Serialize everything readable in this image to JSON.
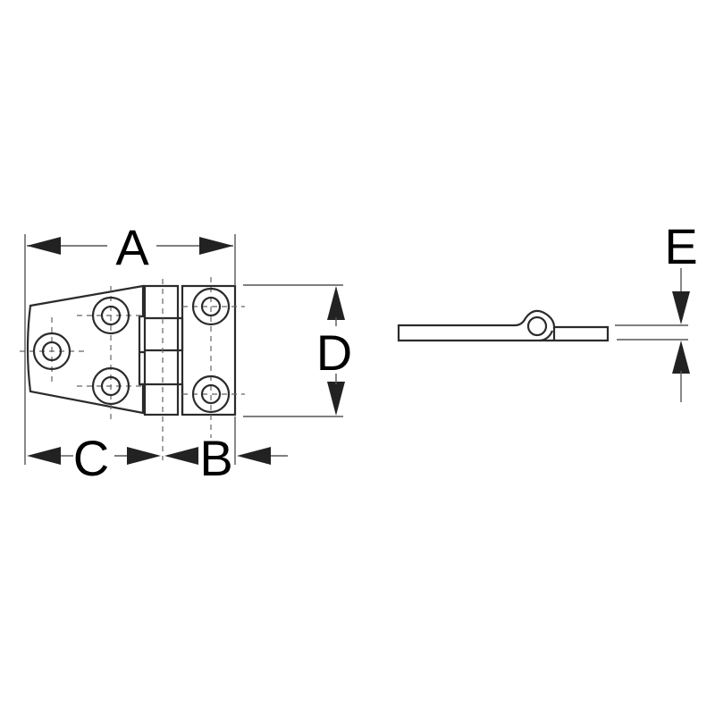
{
  "diagram": {
    "subject": "hinge dimension drawing",
    "views": [
      "top view",
      "side view"
    ],
    "colors": {
      "line": "#2b2b2b",
      "background": "#ffffff",
      "label": "#000000"
    }
  },
  "labels": {
    "A": "A",
    "B": "B",
    "C": "C",
    "D": "D",
    "E": "E"
  }
}
